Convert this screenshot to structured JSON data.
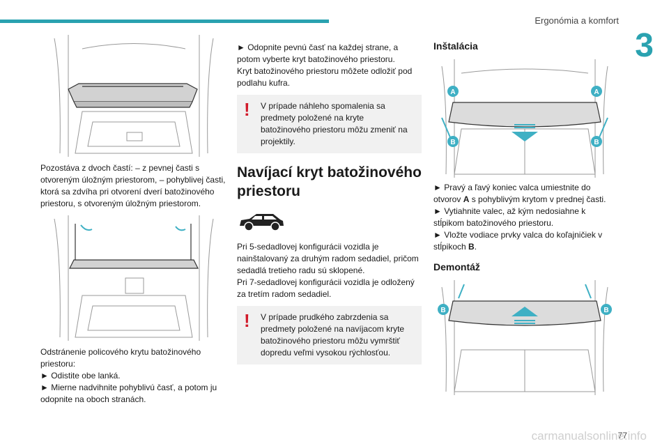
{
  "header": {
    "section_title": "Ergonómia a komfort",
    "chapter": "3"
  },
  "col1": {
    "p1": "Pozostáva z dvoch častí:\n–  z pevnej časti s otvoreným úložným priestorom,\n–  pohyblivej časti, ktorá sa zdvíha pri otvorení dverí batožinového priestoru, s otvoreným úložným priestorom.",
    "p2": "Odstránenie policového krytu batožinového priestoru:\n►  Odistite obe lanká.\n►  Mierne nadvihnite pohyblivú časť, a potom ju odopnite na oboch stranách."
  },
  "col2": {
    "p1": "►  Odopnite pevnú časť na každej strane, a potom vyberte kryt batožinového priestoru.\nKryt batožinového priestoru môžete odložiť pod podlahu kufra.",
    "note1": "V prípade náhleho spomalenia sa predmety položené na kryte batožinového priestoru môžu zmeniť na projektily.",
    "heading": "Navíjací kryt batožinového priestoru",
    "p2": "Pri 5-sedadlovej konfigurácii vozidla je nainštalovaný za druhým radom sedadiel, pričom sedadlá tretieho radu sú sklopené.\nPri 7-sedadlovej konfigurácii vozidla je odložený za tretím radom sedadiel.",
    "note2": "V prípade prudkého zabrzdenia sa predmety položené na navíjacom kryte batožinového priestoru môžu vymrštiť dopredu veľmi vysokou rýchlosťou.",
    "note_icon": "!"
  },
  "col3": {
    "install_title": "Inštalácia",
    "install_text_a": "►  Pravý a ľavý koniec valca umiestnite do otvorov ",
    "install_label_a": "A",
    "install_text_b": " s pohyblivým krytom v prednej časti.\n►  Vytiahnite valec, až kým nedosiahne k stĺpikom batožinového priestoru.\n►  Vložte vodiace prvky valca do koľajničiek v stĺpikoch ",
    "install_label_b": "B",
    "install_text_c": ".",
    "remove_title": "Demontáž"
  },
  "figure_labels": {
    "a": "A",
    "b": "B"
  },
  "footer": {
    "page": "77",
    "watermark": "carmanualsonline.info"
  },
  "colors": {
    "accent": "#2aa2b0",
    "warning": "#d11a2a",
    "callout": "#3fb0c4"
  }
}
